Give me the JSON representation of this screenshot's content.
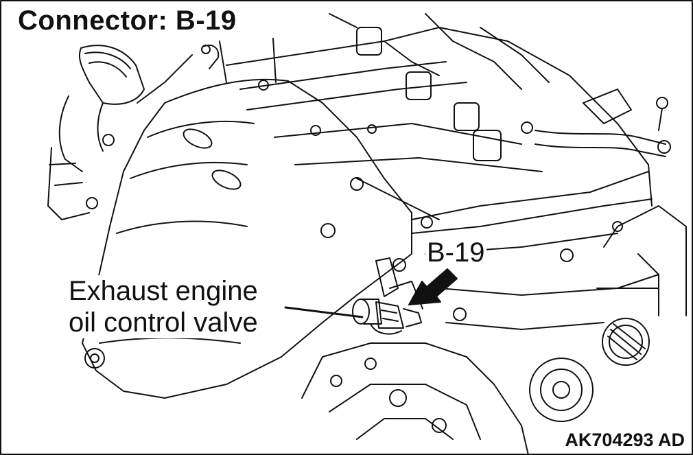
{
  "title": "Connector: B-19",
  "callout_label": "B-19",
  "component_label": {
    "line1": "Exhaust engine",
    "line2": "oil control valve"
  },
  "figure_code": "AK704293 AD",
  "colors": {
    "line": "#111111",
    "background": "#ffffff"
  }
}
